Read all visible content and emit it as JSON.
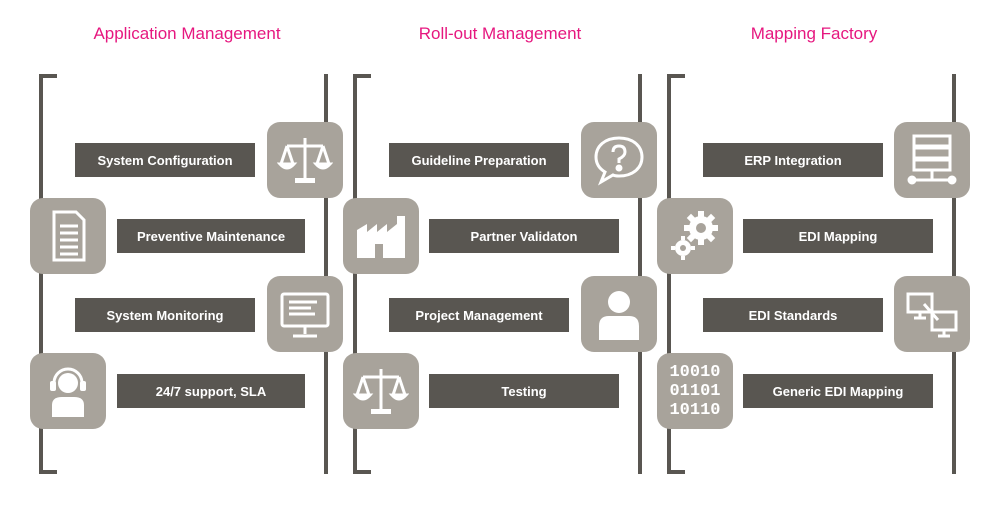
{
  "columns": [
    {
      "title": "Application Management",
      "items": [
        {
          "label": "System Configuration",
          "icon": "scales-icon"
        },
        {
          "label": "Preventive Maintenance",
          "icon": "document-list-icon"
        },
        {
          "label": "System Monitoring",
          "icon": "monitor-icon"
        },
        {
          "label": "24/7 support, SLA",
          "icon": "support-headset-icon"
        }
      ]
    },
    {
      "title": "Roll-out Management",
      "items": [
        {
          "label": "Guideline Preparation",
          "icon": "question-bubble-icon"
        },
        {
          "label": "Partner Validaton",
          "icon": "factory-icon"
        },
        {
          "label": "Project Management",
          "icon": "person-icon"
        },
        {
          "label": "Testing",
          "icon": "scales-icon"
        }
      ]
    },
    {
      "title": "Mapping Factory",
      "items": [
        {
          "label": "ERP Integration",
          "icon": "server-icon"
        },
        {
          "label": "EDI Mapping",
          "icon": "gears-icon"
        },
        {
          "label": "EDI Standards",
          "icon": "networked-computers-icon"
        },
        {
          "label": "Generic EDI Mapping",
          "icon": "binary-code-icon",
          "icon_text": [
            "10010",
            "01101",
            "10110"
          ]
        }
      ]
    }
  ],
  "colors": {
    "title": "#e6177f",
    "bar": "#595651",
    "tile": "#a8a39b",
    "frame": "#595651"
  }
}
